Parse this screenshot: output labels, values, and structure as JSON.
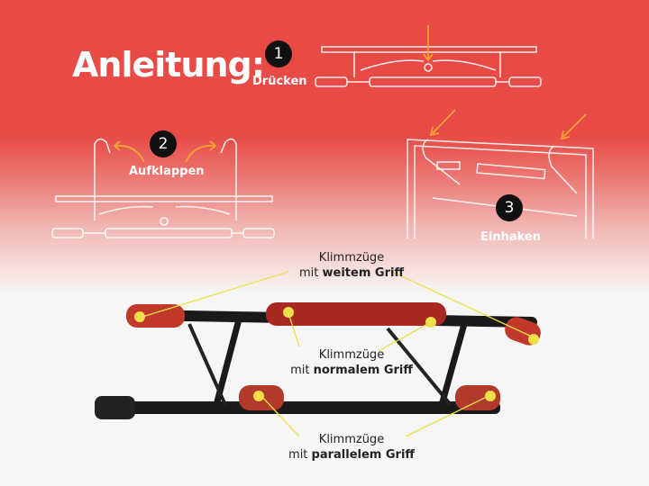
{
  "heading": "Anleitung:",
  "colors": {
    "brand_red": "#e84a45",
    "arrow_orange": "#f2a533",
    "marker_yellow": "#f0e04a",
    "background_light": "#f6f6f6"
  },
  "steps": [
    {
      "number": "1",
      "label": "Drücken"
    },
    {
      "number": "2",
      "label": "Aufklappen"
    },
    {
      "number": "3",
      "label": "Einhaken"
    }
  ],
  "grips": [
    {
      "line1": "Klimmzüge",
      "prefix": "mit ",
      "bold": "weitem Griff"
    },
    {
      "line1": "Klimmzüge",
      "prefix": "mit ",
      "bold": "normalem Griff"
    },
    {
      "line1": "Klimmzüge",
      "prefix": "mit ",
      "bold": "parallelem Griff"
    }
  ]
}
